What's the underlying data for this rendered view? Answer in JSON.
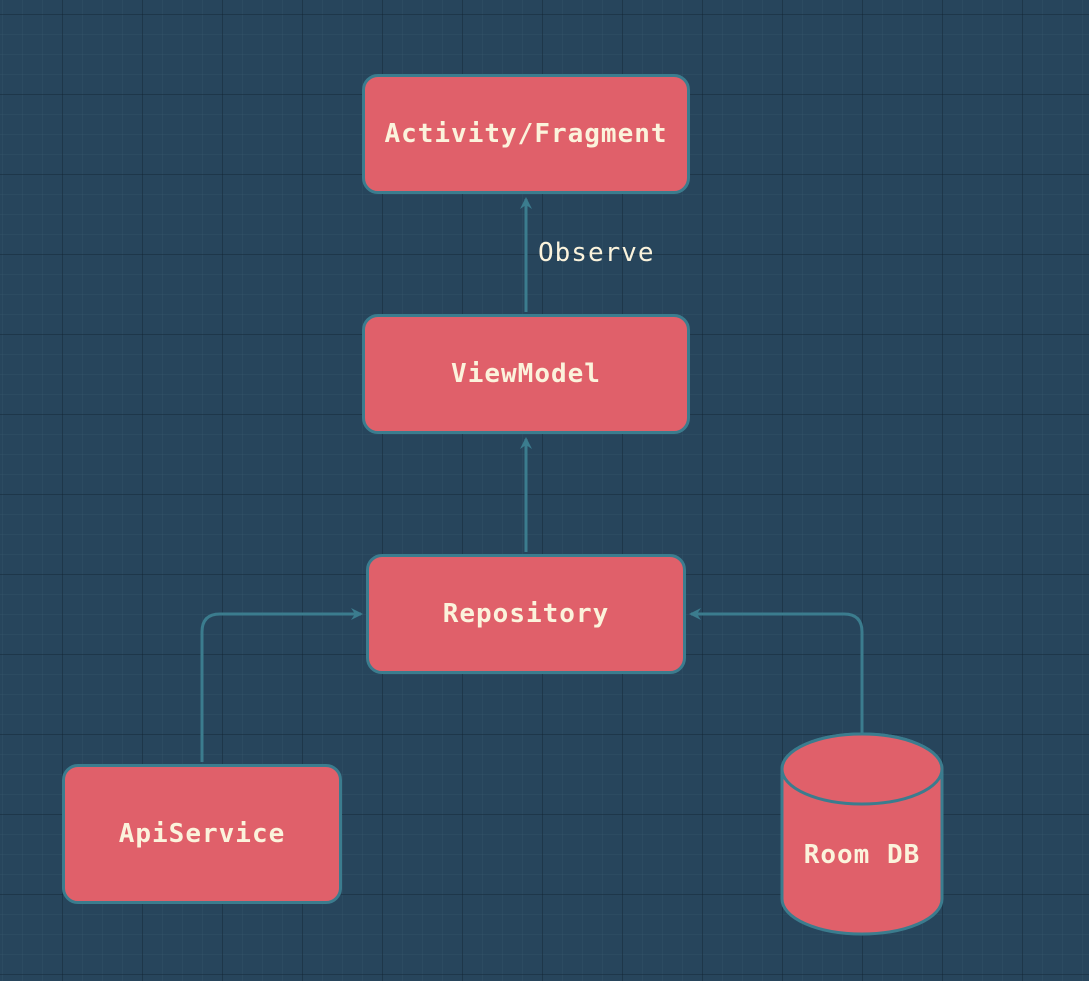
{
  "colors": {
    "background": "#27455c",
    "node_fill": "#e0606a",
    "node_stroke": "#3b7c8e",
    "text": "#fbf3dc",
    "edge": "#3b7c8e"
  },
  "nodes": {
    "activity": {
      "label": "Activity/Fragment",
      "shape": "rounded-rectangle"
    },
    "viewmodel": {
      "label": "ViewModel",
      "shape": "rounded-rectangle"
    },
    "repository": {
      "label": "Repository",
      "shape": "rounded-rectangle"
    },
    "apiservice": {
      "label": "ApiService",
      "shape": "rounded-rectangle"
    },
    "roomdb": {
      "label": "Room DB",
      "shape": "cylinder"
    }
  },
  "edges": [
    {
      "from": "viewmodel",
      "to": "activity",
      "label": "Observe"
    },
    {
      "from": "repository",
      "to": "viewmodel",
      "label": ""
    },
    {
      "from": "apiservice",
      "to": "repository",
      "label": ""
    },
    {
      "from": "roomdb",
      "to": "repository",
      "label": ""
    }
  ]
}
